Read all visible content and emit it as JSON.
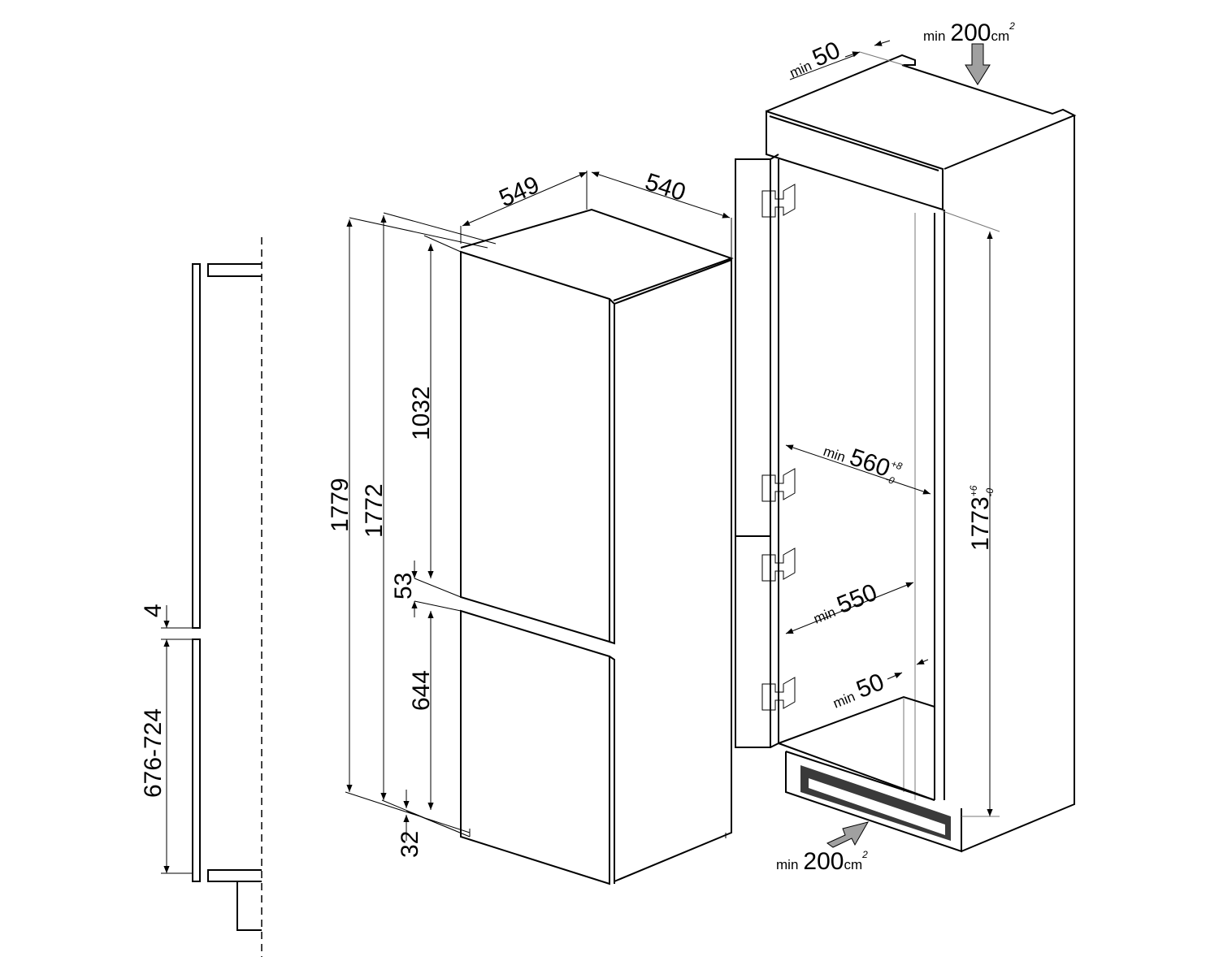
{
  "side_view": {
    "gap_label": "4",
    "range_label": "676-724"
  },
  "appliance": {
    "width_label": "549",
    "depth_label": "540",
    "height_total_label": "1779",
    "height_body_label": "1772",
    "upper_door_label": "1032",
    "door_gap_label": "53",
    "lower_door_label": "644",
    "plinth_label": "32"
  },
  "niche": {
    "top_vent": {
      "prefix": "min",
      "value": "200",
      "unit": "cm",
      "exp": "2"
    },
    "rear_gap": {
      "prefix": "min",
      "value": "50"
    },
    "width": {
      "prefix": "min",
      "value": "560",
      "tol_plus": "+8",
      "tol_minus": "-0"
    },
    "depth": {
      "prefix": "min",
      "value": "550"
    },
    "back_gap": {
      "prefix": "min",
      "value": "50"
    },
    "height": {
      "value": "1773",
      "tol_plus": "+6",
      "tol_minus": "-0"
    },
    "bottom_vent": {
      "prefix": "min",
      "value": "200",
      "unit": "cm",
      "exp": "2"
    }
  },
  "colors": {
    "line": "#000000",
    "arrow_fill": "#a0a0a0",
    "grille": "#3a3a3a"
  }
}
